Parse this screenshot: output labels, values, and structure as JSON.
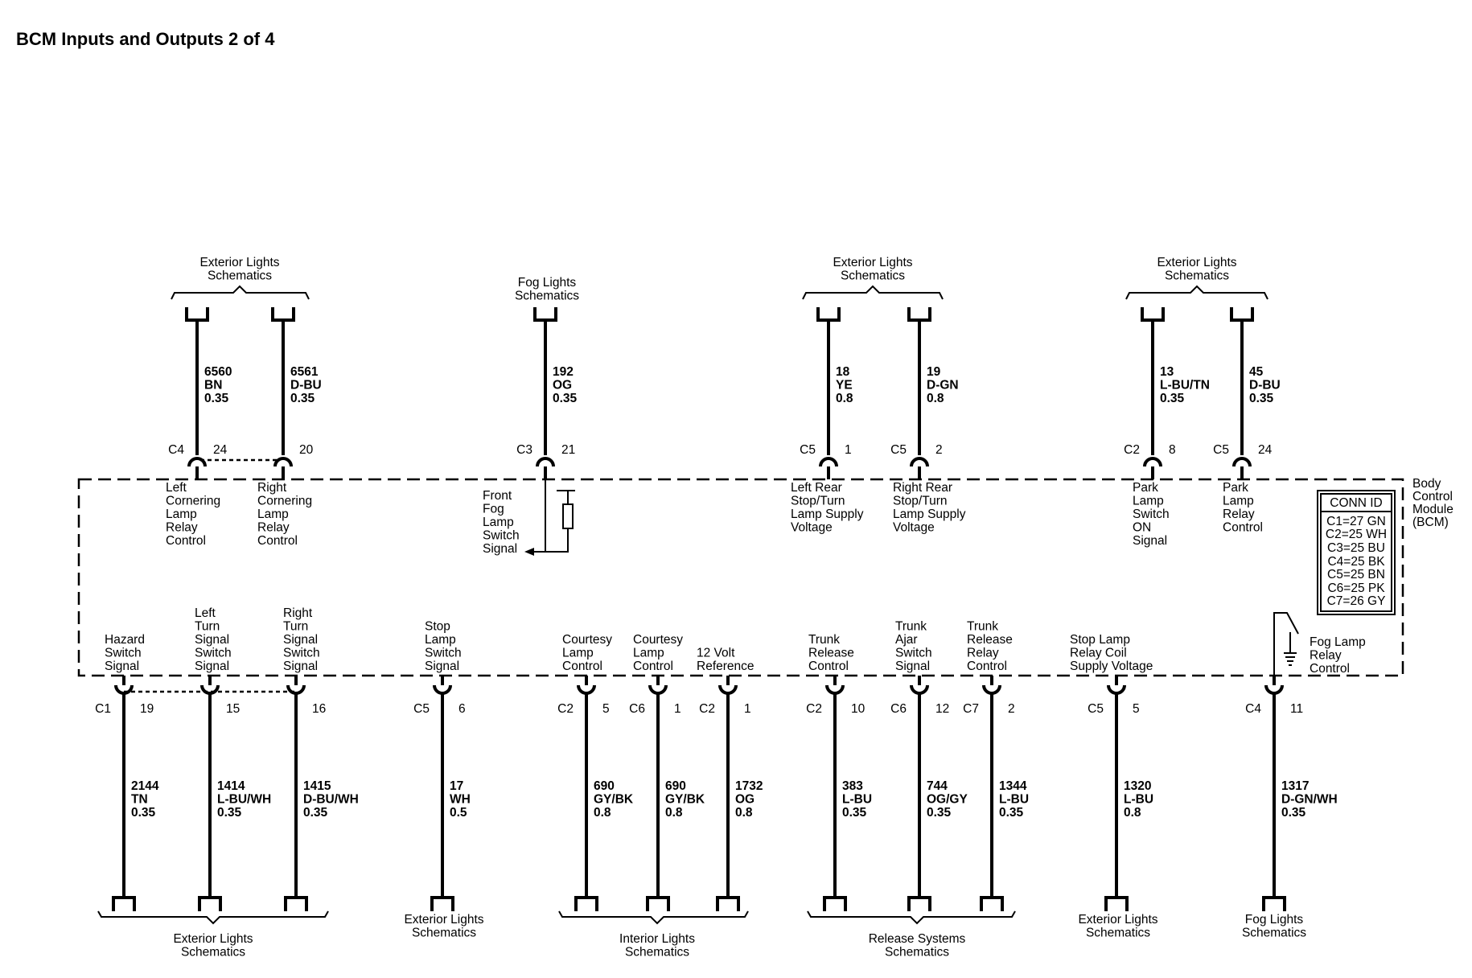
{
  "title": "BCM Inputs and Outputs 2 of 4",
  "module": {
    "lines": [
      "Body",
      "Control",
      "Module",
      "(BCM)"
    ]
  },
  "conn_id": {
    "header": "CONN ID",
    "rows": [
      "C1=27 GN",
      "C2=25 WH",
      "C3=25 BU",
      "C4=25 BK",
      "C5=25 BN",
      "C6=25 PK",
      "C7=26 GY"
    ]
  },
  "top_groups": [
    {
      "lines": [
        "Exterior Lights",
        "Schematics"
      ]
    },
    {
      "lines": [
        "Fog Lights",
        "Schematics"
      ]
    },
    {
      "lines": [
        "Exterior Lights",
        "Schematics"
      ]
    },
    {
      "lines": [
        "Exterior Lights",
        "Schematics"
      ]
    }
  ],
  "bottom_groups": [
    {
      "lines": [
        "Exterior Lights",
        "Schematics"
      ]
    },
    {
      "lines": [
        "Exterior Lights",
        "Schematics"
      ]
    },
    {
      "lines": [
        "Interior Lights",
        "Schematics"
      ]
    },
    {
      "lines": [
        "Release Systems",
        "Schematics"
      ]
    },
    {
      "lines": [
        "Exterior Lights",
        "Schematics"
      ]
    },
    {
      "lines": [
        "Fog Lights",
        "Schematics"
      ]
    }
  ],
  "top_wires": [
    {
      "connector": "C4",
      "pin": "24",
      "circuit": [
        "6560",
        "BN",
        "0.35"
      ],
      "function": [
        "Left",
        "Cornering",
        "Lamp",
        "Relay",
        "Control"
      ]
    },
    {
      "connector": "",
      "pin": "20",
      "circuit": [
        "6561",
        "D-BU",
        "0.35"
      ],
      "function": [
        "Right",
        "Cornering",
        "Lamp",
        "Relay",
        "Control"
      ]
    },
    {
      "connector": "C3",
      "pin": "21",
      "circuit": [
        "192",
        "OG",
        "0.35"
      ],
      "function": [
        "Front",
        "Fog",
        "Lamp",
        "Switch",
        "Signal"
      ]
    },
    {
      "connector": "C5",
      "pin": "1",
      "circuit": [
        "18",
        "YE",
        "0.8"
      ],
      "function": [
        "Left Rear",
        "Stop/Turn",
        "Lamp Supply",
        "Voltage"
      ]
    },
    {
      "connector": "C5",
      "pin": "2",
      "circuit": [
        "19",
        "D-GN",
        "0.8"
      ],
      "function": [
        "Right Rear",
        "Stop/Turn",
        "Lamp Supply",
        "Voltage"
      ]
    },
    {
      "connector": "C2",
      "pin": "8",
      "circuit": [
        "13",
        "L-BU/TN",
        "0.35"
      ],
      "function": [
        "Park",
        "Lamp",
        "Switch",
        "ON",
        "Signal"
      ]
    },
    {
      "connector": "C5",
      "pin": "24",
      "circuit": [
        "45",
        "D-BU",
        "0.35"
      ],
      "function": [
        "Park",
        "Lamp",
        "Relay",
        "Control"
      ]
    }
  ],
  "bottom_wires": [
    {
      "connector": "C1",
      "pin": "19",
      "circuit": [
        "2144",
        "TN",
        "0.35"
      ],
      "function": [
        "Hazard",
        "Switch",
        "Signal"
      ]
    },
    {
      "connector": "",
      "pin": "15",
      "circuit": [
        "1414",
        "L-BU/WH",
        "0.35"
      ],
      "function": [
        "Left",
        "Turn",
        "Signal",
        "Switch",
        "Signal"
      ]
    },
    {
      "connector": "",
      "pin": "16",
      "circuit": [
        "1415",
        "D-BU/WH",
        "0.35"
      ],
      "function": [
        "Right",
        "Turn",
        "Signal",
        "Switch",
        "Signal"
      ]
    },
    {
      "connector": "C5",
      "pin": "6",
      "circuit": [
        "17",
        "WH",
        "0.5"
      ],
      "function": [
        "Stop",
        "Lamp",
        "Switch",
        "Signal"
      ]
    },
    {
      "connector": "C2",
      "pin": "5",
      "circuit": [
        "690",
        "GY/BK",
        "0.8"
      ],
      "function": [
        "Courtesy",
        "Lamp",
        "Control"
      ]
    },
    {
      "connector": "C6",
      "pin": "1",
      "circuit": [
        "690",
        "GY/BK",
        "0.8"
      ],
      "function": [
        "Courtesy",
        "Lamp",
        "Control"
      ]
    },
    {
      "connector": "C2",
      "pin": "1",
      "circuit": [
        "1732",
        "OG",
        "0.8"
      ],
      "function": [
        "12 Volt",
        "Reference"
      ]
    },
    {
      "connector": "C2",
      "pin": "10",
      "circuit": [
        "383",
        "L-BU",
        "0.35"
      ],
      "function": [
        "Trunk",
        "Release",
        "Control"
      ]
    },
    {
      "connector": "C6",
      "pin": "12",
      "circuit": [
        "744",
        "OG/GY",
        "0.35"
      ],
      "function": [
        "Trunk",
        "Ajar",
        "Switch",
        "Signal"
      ]
    },
    {
      "connector": "C7",
      "pin": "2",
      "circuit": [
        "1344",
        "L-BU",
        "0.35"
      ],
      "function": [
        "Trunk",
        "Release",
        "Relay",
        "Control"
      ]
    },
    {
      "connector": "C5",
      "pin": "5",
      "circuit": [
        "1320",
        "L-BU",
        "0.8"
      ],
      "function": [
        "Stop Lamp",
        "Relay Coil",
        "Supply Voltage"
      ]
    },
    {
      "connector": "C4",
      "pin": "11",
      "circuit": [
        "1317",
        "D-GN/WH",
        "0.35"
      ],
      "function": [
        "Fog Lamp",
        "Relay",
        "Control"
      ]
    }
  ]
}
